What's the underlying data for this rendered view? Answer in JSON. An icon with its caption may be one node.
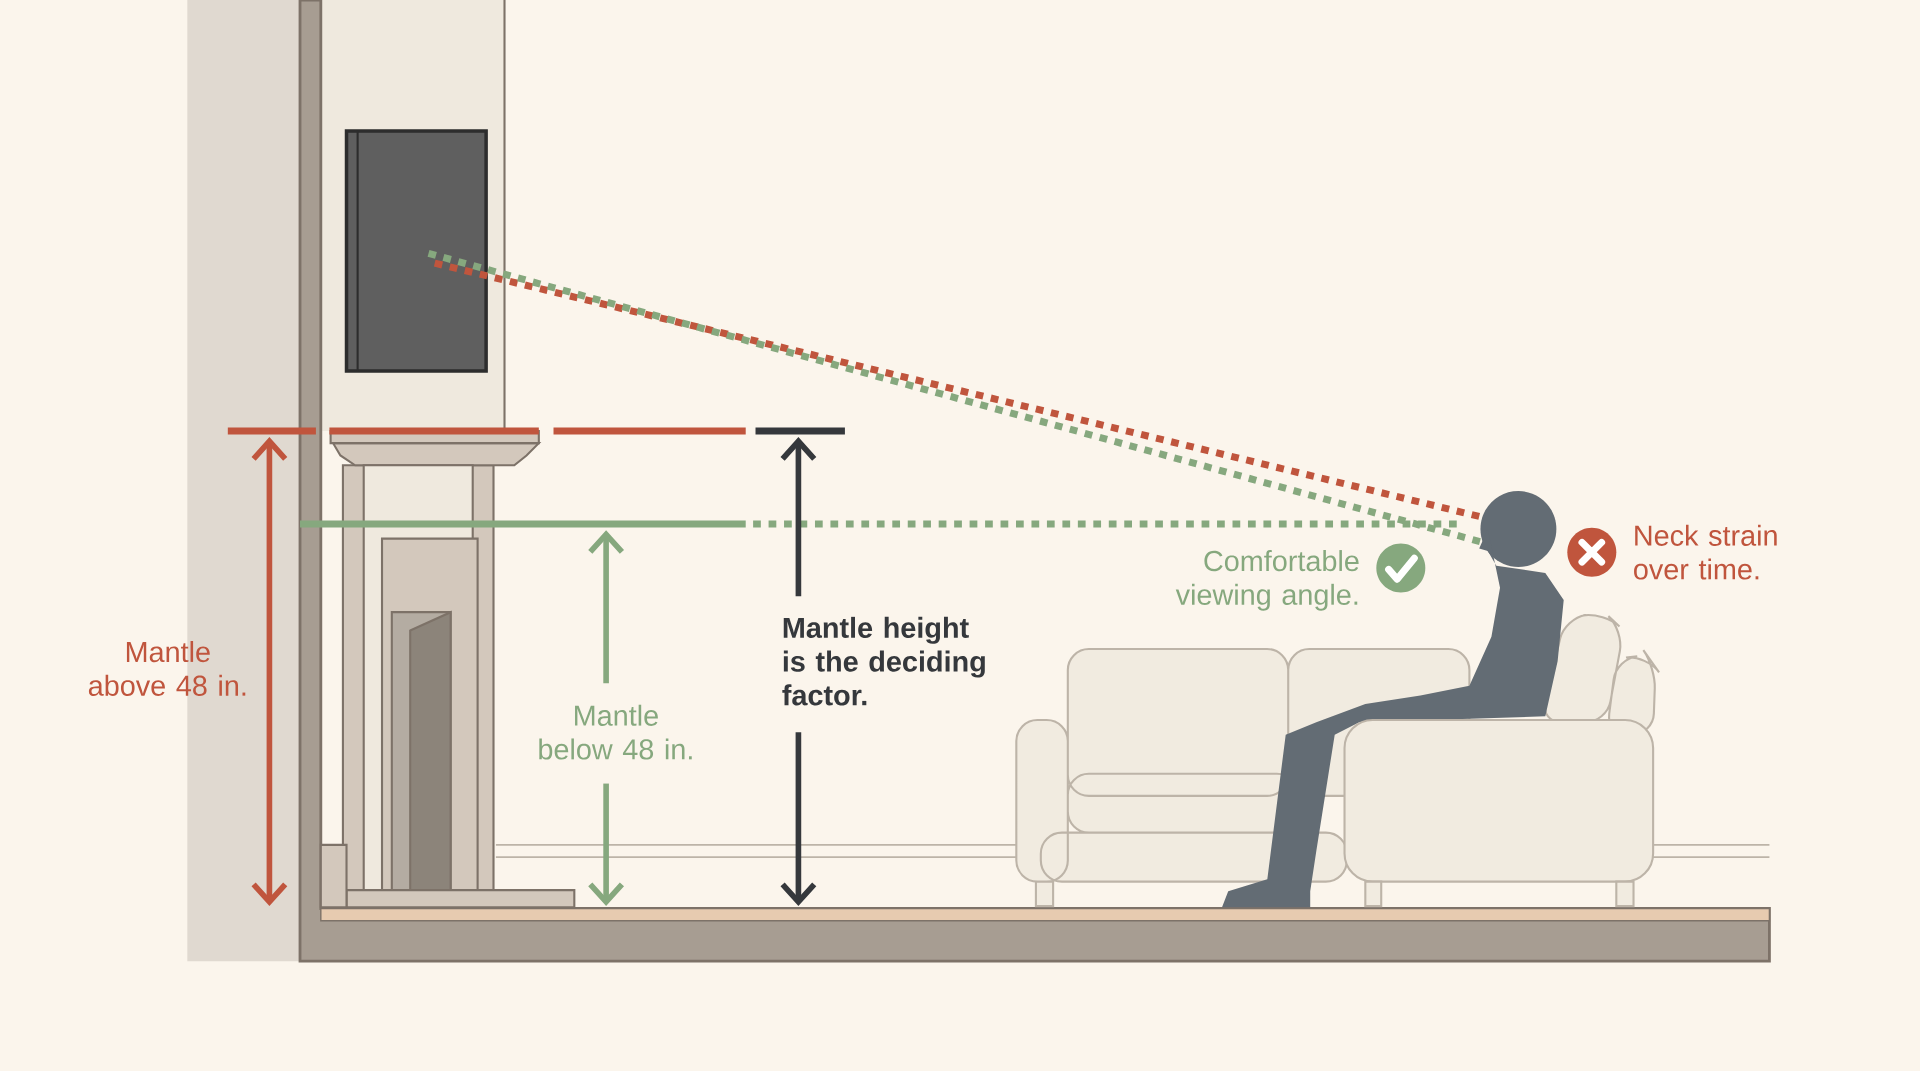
{
  "diagram": {
    "nodes": [
      {
        "text": [],
        "shape": "box"
      },
      {
        "text": [],
        "shape": "person"
      }
    ],
    "edges": [
      {
        "from": 0,
        "to": 1,
        "arrow": "none",
        "style": "dashed",
        "color": "#c0553d"
      },
      {
        "from": 0,
        "to": 1,
        "arrow": "none",
        "style": "dashed",
        "color": "#86a87e"
      }
    ],
    "labels": [
      "Mantle above 48 in.",
      "Mantle below 48 in.",
      "Mantle height is the deciding factor.",
      "Comfortable viewing angle.",
      "Neck strain over time."
    ]
  }
}
